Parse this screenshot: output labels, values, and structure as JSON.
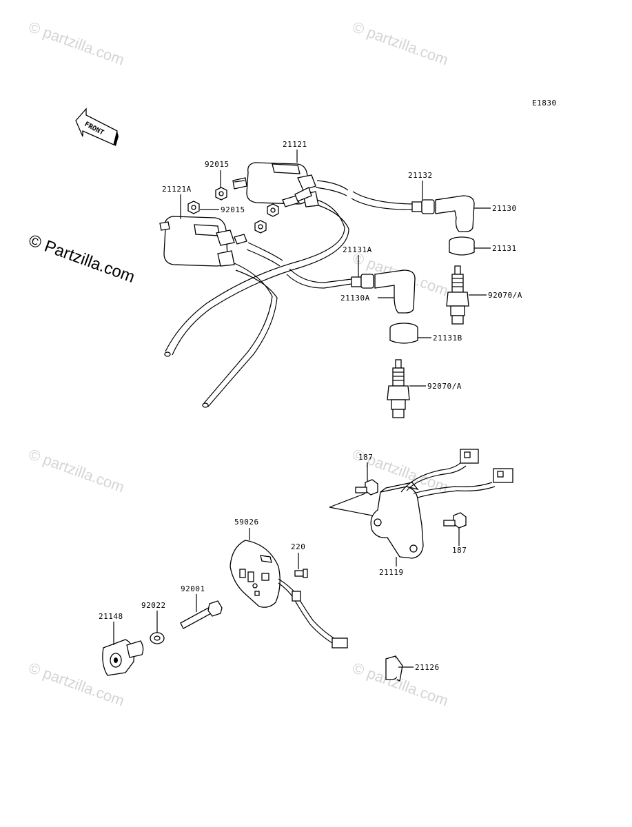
{
  "diagram_code": "E1830",
  "front_arrow_label": "FRONT",
  "watermark": {
    "text": "© Partzilla.com",
    "repeated_text": "© partzilla.com"
  },
  "labels": {
    "l21121": "21121",
    "l92015a": "92015",
    "l21121A": "21121A",
    "l92015b": "92015",
    "l21132": "21132",
    "l21130": "21130",
    "l21131": "21131",
    "l21131A": "21131A",
    "l21130A": "21130A",
    "l92070a": "92070/A",
    "l21131B": "21131B",
    "l92070b": "92070/A",
    "l187a": "187",
    "l187b": "187",
    "l21119": "21119",
    "l59026": "59026",
    "l220": "220",
    "l92001": "92001",
    "l92022": "92022",
    "l21148": "21148",
    "l21126": "21126"
  }
}
